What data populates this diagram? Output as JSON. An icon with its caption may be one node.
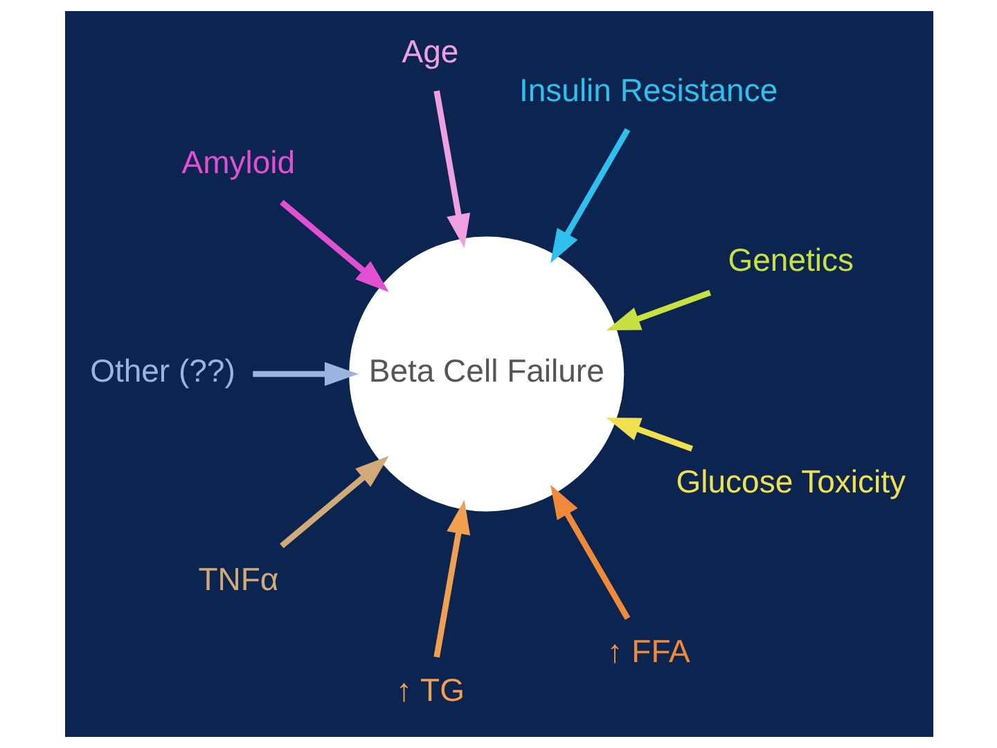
{
  "diagram": {
    "nodes": [
      {
        "text": [
          "Beta Cell Failure"
        ]
      },
      {
        "text": [
          "Genetics"
        ]
      },
      {
        "text": [
          "Insulin Resistance"
        ]
      },
      {
        "text": [
          "Age"
        ]
      },
      {
        "text": [
          "Amyloid"
        ]
      },
      {
        "text": [
          "Other (??)"
        ]
      },
      {
        "text": [
          "TNFα"
        ]
      },
      {
        "text": [
          "↑ TG"
        ]
      },
      {
        "text": [
          "↑ FFA"
        ]
      },
      {
        "text": [
          "Glucose Toxicity"
        ]
      }
    ],
    "edges": [
      {
        "from": 1,
        "to": 0,
        "arrow": "to",
        "color": "#c8e040"
      },
      {
        "from": 2,
        "to": 0,
        "arrow": "to",
        "color": "#30c0f0"
      },
      {
        "from": 3,
        "to": 0,
        "arrow": "to",
        "color": "#f0a0e0"
      },
      {
        "from": 4,
        "to": 0,
        "arrow": "to",
        "color": "#e050d0"
      },
      {
        "from": 5,
        "to": 0,
        "arrow": "to",
        "color": "#9ab4e0"
      },
      {
        "from": 6,
        "to": 0,
        "arrow": "to",
        "color": "#d0aa78"
      },
      {
        "from": 7,
        "to": 0,
        "arrow": "to",
        "color": "#f0a050"
      },
      {
        "from": 8,
        "to": 0,
        "arrow": "to",
        "color": "#f08a3a"
      },
      {
        "from": 9,
        "to": 0,
        "arrow": "to",
        "color": "#f0e050"
      }
    ]
  }
}
